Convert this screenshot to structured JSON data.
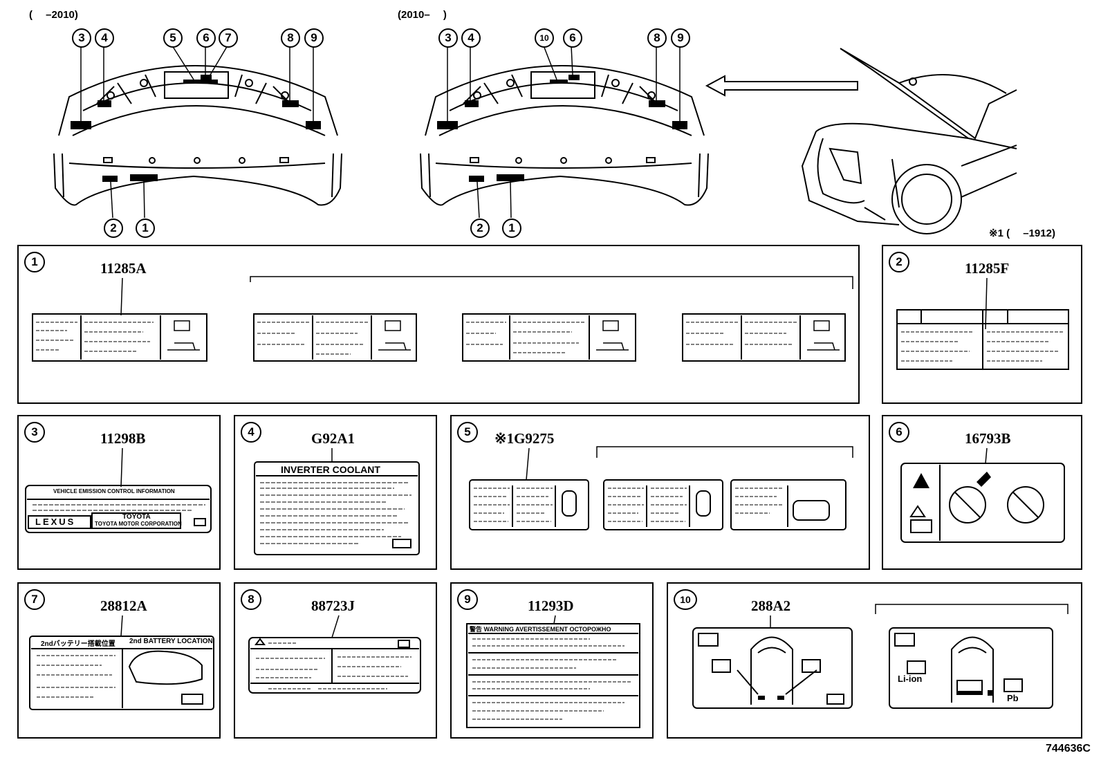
{
  "header": {
    "range_left": "(　 –2010)",
    "range_mid": "(2010– 　)",
    "note_1912": "※1 (　 –1912)",
    "figure_code": "744636C"
  },
  "callouts": {
    "left_top": [
      "3",
      "4",
      "5",
      "6",
      "7",
      "8",
      "9"
    ],
    "left_bottom": [
      "2",
      "1"
    ],
    "mid_top": [
      "3",
      "4",
      "10",
      "6",
      "8",
      "9"
    ],
    "mid_bottom": [
      "2",
      "1"
    ]
  },
  "panels": [
    {
      "num": "1",
      "part": "11285A"
    },
    {
      "num": "2",
      "part": "11285F"
    },
    {
      "num": "3",
      "part": "11298B"
    },
    {
      "num": "4",
      "part": "G92A1"
    },
    {
      "num": "5",
      "part": "※1G9275"
    },
    {
      "num": "6",
      "part": "16793B"
    },
    {
      "num": "7",
      "part": "28812A"
    },
    {
      "num": "8",
      "part": "88723J"
    },
    {
      "num": "9",
      "part": "11293D"
    },
    {
      "num": "10",
      "part": "288A2"
    }
  ],
  "labels": {
    "emission_title": "VEHICLE EMISSION CONTROL INFORMATION",
    "lexus": "LEXUS",
    "toyota": "TOYOTA",
    "toyota_sub": "TOYOTA MOTOR CORPORATION",
    "inverter": "INVERTER COOLANT",
    "battery_jp": "2ndバッテリー搭載位置",
    "battery_en": "2nd BATTERY LOCATION",
    "warning_line": "警告 WARNING AVERTISSEMENT ОСТОРОЖНО",
    "li_ion": "Li-ion",
    "pb": "Pb"
  }
}
